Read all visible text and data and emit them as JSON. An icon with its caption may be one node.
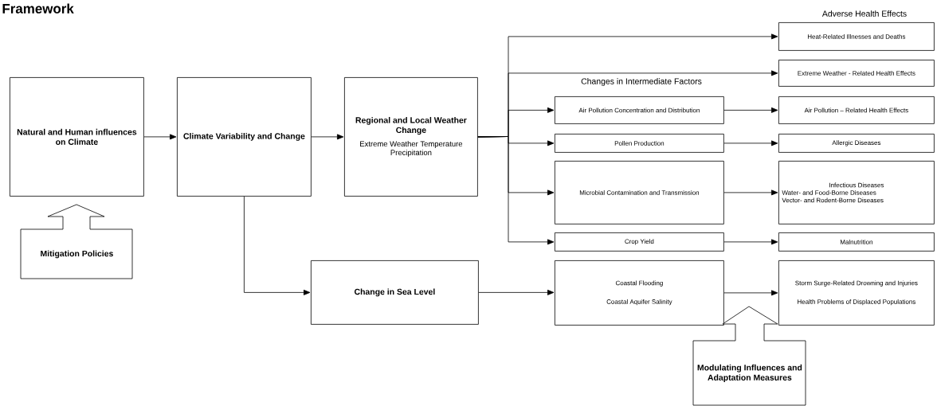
{
  "diagram": {
    "title": "Framework",
    "nodes": [
      {
        "text": [
          "Natural and Human influences on Climate"
        ]
      },
      {
        "text": [
          "Climate Variability and Change"
        ]
      },
      {
        "text": [
          "Regional and Local Weather Change",
          "Extreme Weather Temperature Precipitation"
        ]
      },
      {
        "text": [
          "Mitigation Policies"
        ]
      },
      {
        "text": [
          "Heat-Related Illnesses and Deaths"
        ]
      },
      {
        "text": [
          "Extreme Weather - Related Health Effects"
        ]
      },
      {
        "text": [
          "Air Pollution Concentration and Distribution"
        ]
      },
      {
        "text": [
          "Air Pollution – Related Health Effects"
        ]
      },
      {
        "text": [
          "Pollen Production"
        ]
      },
      {
        "text": [
          "Allergic Diseases"
        ]
      },
      {
        "text": [
          "Microbial Contamination and Transmission"
        ]
      },
      {
        "text": [
          "Infectious Diseases",
          "Water- and Food-Borne Diseases",
          "Vector- and Rodent-Borne Diseases"
        ]
      },
      {
        "text": [
          "Crop Yield"
        ]
      },
      {
        "text": [
          "Malnutrition"
        ]
      },
      {
        "text": [
          "Change in Sea Level"
        ]
      },
      {
        "text": [
          "Coastal Flooding",
          "Coastal Aquifer Salinity"
        ]
      },
      {
        "text": [
          "Storm Surge-Related Drowning and Injuries",
          "Health Problems of Displaced Populations"
        ]
      },
      {
        "text": [
          "Modulating Influences and Adaptation Measures"
        ]
      }
    ],
    "edges": [
      {
        "from": 0,
        "to": 1,
        "arrow": "to"
      },
      {
        "from": 1,
        "to": 2,
        "arrow": "to"
      },
      {
        "from": 3,
        "to": 0,
        "arrow": "to"
      },
      {
        "from": 2,
        "to": 4,
        "arrow": "to"
      },
      {
        "from": 2,
        "to": 5,
        "arrow": "to"
      },
      {
        "from": 2,
        "to": 6,
        "arrow": "to"
      },
      {
        "from": 2,
        "to": 8,
        "arrow": "to"
      },
      {
        "from": 2,
        "to": 10,
        "arrow": "to"
      },
      {
        "from": 2,
        "to": 12,
        "arrow": "to"
      },
      {
        "from": 6,
        "to": 7,
        "arrow": "to"
      },
      {
        "from": 8,
        "to": 9,
        "arrow": "to"
      },
      {
        "from": 10,
        "to": 11,
        "arrow": "to"
      },
      {
        "from": 12,
        "to": 13,
        "arrow": "to"
      },
      {
        "from": 1,
        "to": 14,
        "arrow": "to"
      },
      {
        "from": 14,
        "to": 15,
        "arrow": "to"
      },
      {
        "from": 15,
        "to": 16,
        "arrow": "to"
      },
      {
        "from": 17,
        "to": null,
        "arrow": "to"
      }
    ],
    "labels": [
      "Adverse Health Effects",
      "Changes in Intermediate Factors"
    ]
  }
}
